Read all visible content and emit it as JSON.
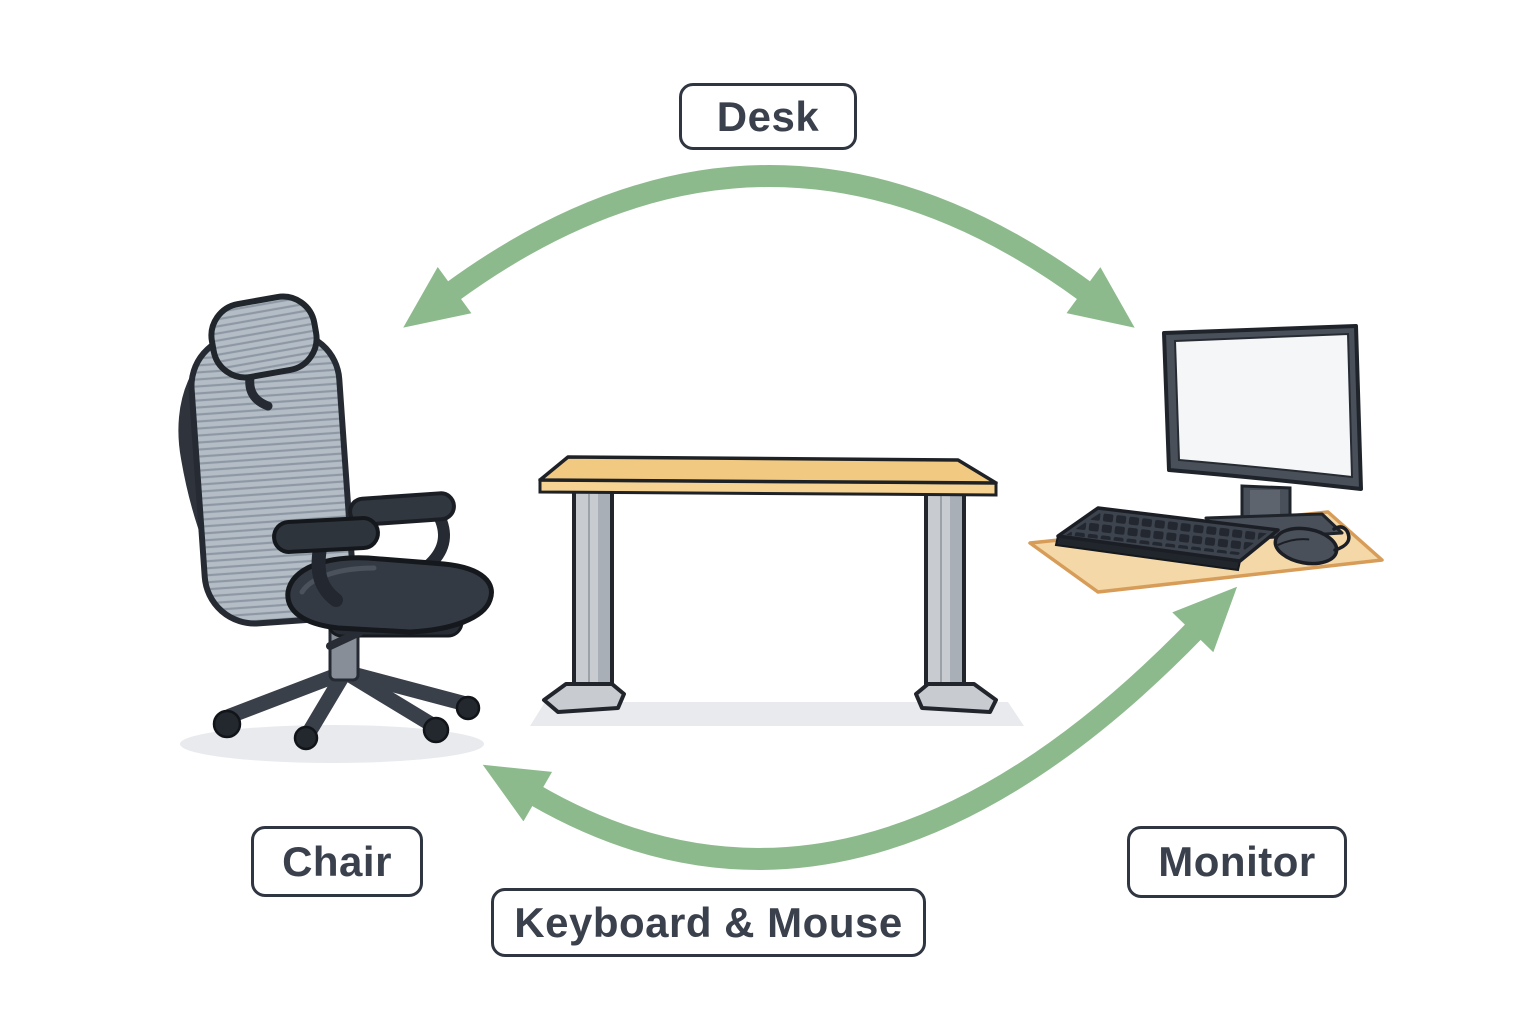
{
  "diagram": {
    "labels": {
      "desk": {
        "text": "Desk"
      },
      "chair": {
        "text": "Chair"
      },
      "keyboard_mouse": {
        "text": "Keyboard & Mouse"
      },
      "monitor": {
        "text": "Monitor"
      }
    },
    "arrows": [
      {
        "name": "top-arc",
        "shape": "curved",
        "double_headed": true
      },
      {
        "name": "bottom-arc",
        "shape": "curved",
        "double_headed": true
      }
    ],
    "illustrations": [
      "office-chair",
      "desk",
      "monitor",
      "keyboard",
      "mouse",
      "desk-mat"
    ]
  },
  "palette": {
    "arrow_green": "#8dba8c",
    "label_border": "#303641",
    "label_text": "#3a414d",
    "desk_wood": "#f2c981",
    "desk_wood_edge": "#f6d392",
    "metal_gray": "#c8ccd1",
    "chair_dark": "#343a43",
    "mesh_base": "#b4bdc6",
    "mesh_line": "#8d98a4",
    "monitor_body": "#4a505a",
    "screen_white": "#f4f6f8",
    "mat_tan": "#f4d8a7",
    "mat_edge": "#d79c58",
    "shadow_gray": "#e8eaed"
  }
}
